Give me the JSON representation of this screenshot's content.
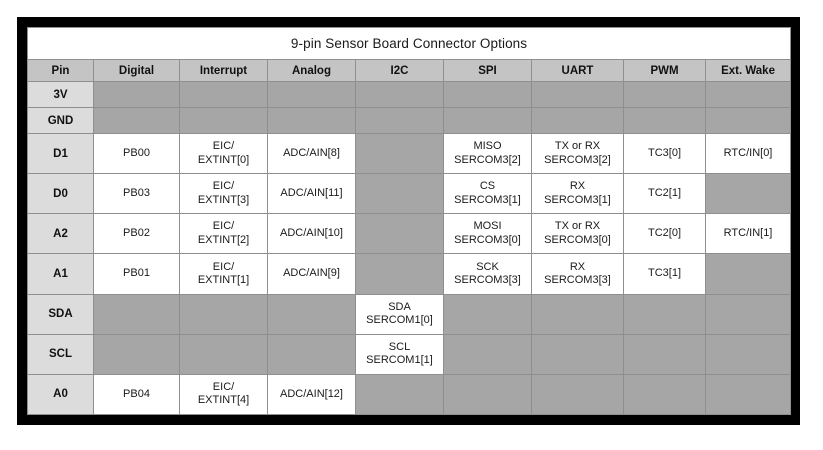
{
  "table": {
    "title": "9-pin Sensor Board Connector Options",
    "columns": [
      {
        "key": "pin",
        "label": "Pin"
      },
      {
        "key": "dig",
        "label": "Digital"
      },
      {
        "key": "int",
        "label": "Interrupt"
      },
      {
        "key": "ana",
        "label": "Analog"
      },
      {
        "key": "i2c",
        "label": "I2C"
      },
      {
        "key": "spi",
        "label": "SPI"
      },
      {
        "key": "uart",
        "label": "UART"
      },
      {
        "key": "pwm",
        "label": "PWM"
      },
      {
        "key": "ext",
        "label": "Ext. Wake"
      }
    ],
    "rows": [
      {
        "pin": "3V",
        "digital": [],
        "interrupt": [],
        "analog": [],
        "i2c": [],
        "spi": [],
        "uart": [],
        "pwm": [],
        "ext_wake": []
      },
      {
        "pin": "GND",
        "digital": [],
        "interrupt": [],
        "analog": [],
        "i2c": [],
        "spi": [],
        "uart": [],
        "pwm": [],
        "ext_wake": []
      },
      {
        "pin": "D1",
        "digital": [
          "PB00"
        ],
        "interrupt": [
          "EIC/",
          "EXTINT[0]"
        ],
        "analog": [
          "ADC/AIN[8]"
        ],
        "i2c": [],
        "spi": [
          "MISO",
          "SERCOM3[2]"
        ],
        "uart": [
          "TX or RX",
          "SERCOM3[2]"
        ],
        "pwm": [
          "TC3[0]"
        ],
        "ext_wake": [
          "RTC/IN[0]"
        ]
      },
      {
        "pin": "D0",
        "digital": [
          "PB03"
        ],
        "interrupt": [
          "EIC/",
          "EXTINT[3]"
        ],
        "analog": [
          "ADC/AIN[11]"
        ],
        "i2c": [],
        "spi": [
          "CS",
          "SERCOM3[1]"
        ],
        "uart": [
          "RX",
          "SERCOM3[1]"
        ],
        "pwm": [
          "TC2[1]"
        ],
        "ext_wake": []
      },
      {
        "pin": "A2",
        "digital": [
          "PB02"
        ],
        "interrupt": [
          "EIC/",
          "EXTINT[2]"
        ],
        "analog": [
          "ADC/AIN[10]"
        ],
        "i2c": [],
        "spi": [
          "MOSI",
          "SERCOM3[0]"
        ],
        "uart": [
          "TX or RX",
          "SERCOM3[0]"
        ],
        "pwm": [
          "TC2[0]"
        ],
        "ext_wake": [
          "RTC/IN[1]"
        ]
      },
      {
        "pin": "A1",
        "digital": [
          "PB01"
        ],
        "interrupt": [
          "EIC/",
          "EXTINT[1]"
        ],
        "analog": [
          "ADC/AIN[9]"
        ],
        "i2c": [],
        "spi": [
          "SCK",
          "SERCOM3[3]"
        ],
        "uart": [
          "RX",
          "SERCOM3[3]"
        ],
        "pwm": [
          "TC3[1]"
        ],
        "ext_wake": []
      },
      {
        "pin": "SDA",
        "digital": [],
        "interrupt": [],
        "analog": [],
        "i2c": [
          "SDA",
          "SERCOM1[0]"
        ],
        "spi": [],
        "uart": [],
        "pwm": [],
        "ext_wake": []
      },
      {
        "pin": "SCL",
        "digital": [],
        "interrupt": [],
        "analog": [],
        "i2c": [
          "SCL",
          "SERCOM1[1]"
        ],
        "spi": [],
        "uart": [],
        "pwm": [],
        "ext_wake": []
      },
      {
        "pin": "A0",
        "digital": [
          "PB04"
        ],
        "interrupt": [
          "EIC/",
          "EXTINT[4]"
        ],
        "analog": [
          "ADC/AIN[12]"
        ],
        "i2c": [],
        "spi": [],
        "uart": [],
        "pwm": [],
        "ext_wake": []
      }
    ]
  },
  "colors": {
    "frame": "#000000",
    "page_background": "#ffffff",
    "header_background": "#c4c4c4",
    "pin_background": "#dcdcdc",
    "empty_background": "#a6a6a6",
    "cell_background": "#ffffff",
    "gridline": "#8f8f8f",
    "text": "#1a1a1a"
  }
}
